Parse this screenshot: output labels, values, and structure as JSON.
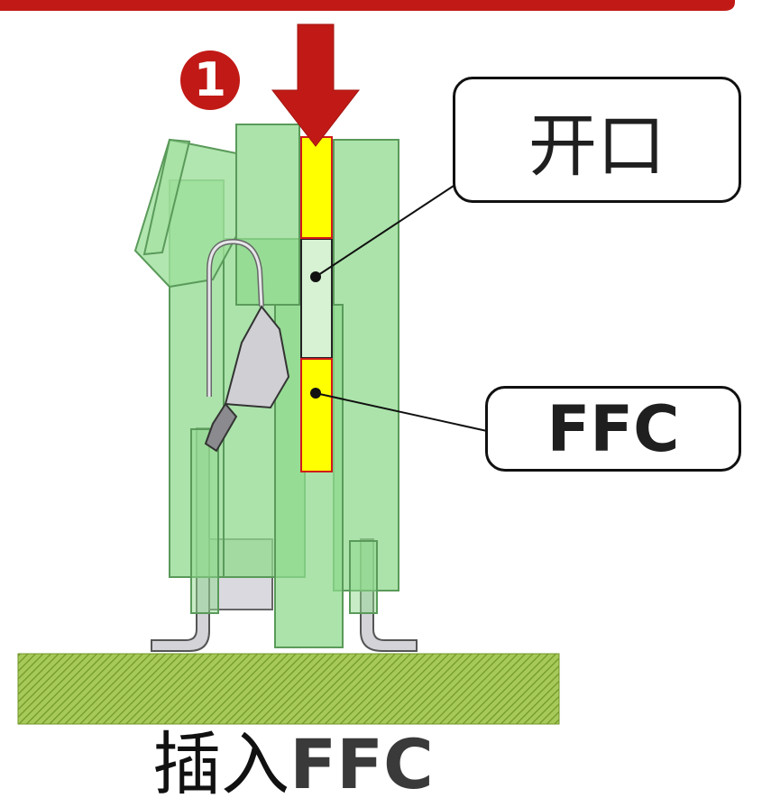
{
  "step": {
    "number": "1"
  },
  "labels": {
    "opening": "开口",
    "ffc": "FFC"
  },
  "caption": {
    "prefix": "插入",
    "suffix": "FFC"
  },
  "colors": {
    "housing_green": "#8fd98e",
    "housing_stroke": "#5a9a5a",
    "ffc_yellow": "#ffff00",
    "ffc_border": "#d11a1a",
    "arrow_red": "#c11a16",
    "pcb_hatch": "#8db43a",
    "metal_gray": "#c8c8cc"
  },
  "icons": {
    "insert_direction": "arrow-down-icon"
  }
}
